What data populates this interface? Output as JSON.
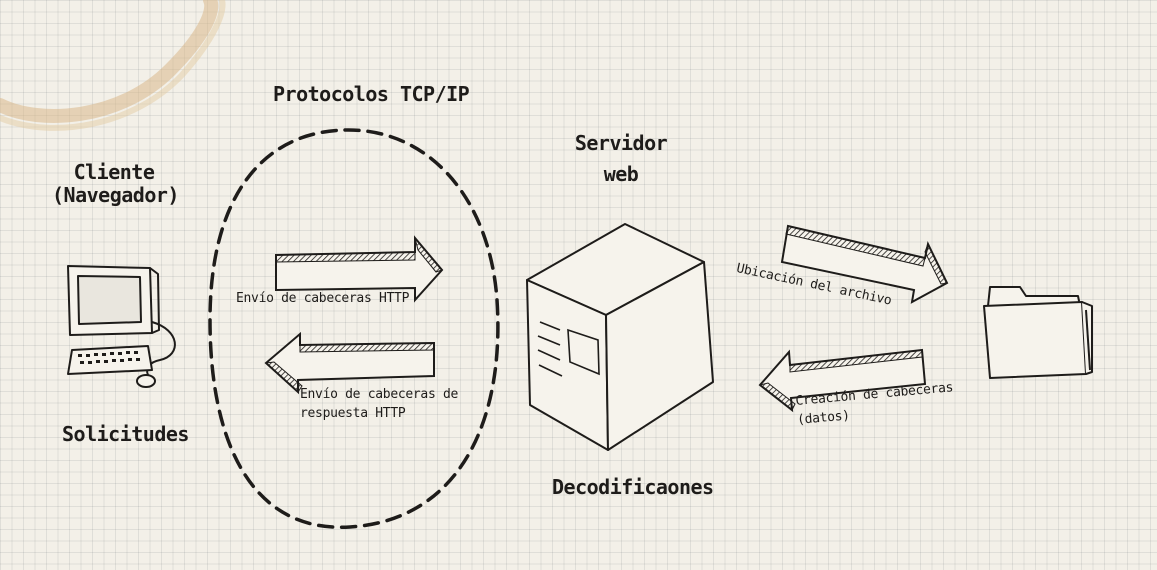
{
  "diagram": {
    "client": {
      "title_line1": "Cliente",
      "title_line2": "(Navegador)",
      "caption": "Solicitudes",
      "icon": "computer-icon"
    },
    "protocols": {
      "title": "Protocolos TCP/IP",
      "arrow_out_label": "Envío de cabeceras HTTP",
      "arrow_back_label_line1": "Envío de cabeceras de",
      "arrow_back_label_line2": "respuesta HTTP"
    },
    "server": {
      "title_line1": "Servidor",
      "title_line2": "web",
      "caption": "Decodificaones",
      "icon": "server-box-icon"
    },
    "file_side": {
      "arrow_out_label": "Ubicación del archivo",
      "arrow_back_label_line1": "Creación de cabeceras",
      "arrow_back_label_line2": "(datos)",
      "icon": "folder-icon"
    },
    "colors": {
      "paper": "#f3f0e8",
      "ink": "#1e1c1a",
      "stain": "#d8b88a"
    }
  }
}
